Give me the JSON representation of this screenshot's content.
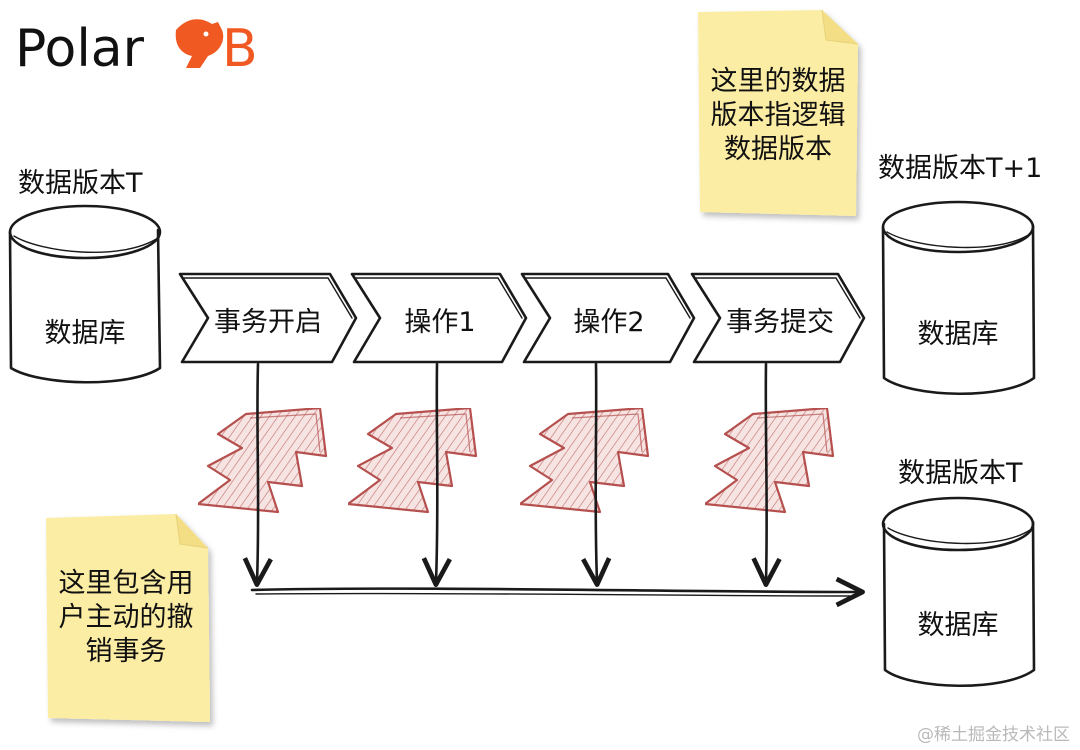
{
  "logo": {
    "text_prefix": "Polar",
    "text_suffix": "B",
    "icon": "polar-bear-icon"
  },
  "left_db": {
    "version_label": "数据版本T",
    "db_label": "数据库"
  },
  "right_top_db": {
    "version_label": "数据版本T+1",
    "db_label": "数据库"
  },
  "right_bottom_db": {
    "version_label": "数据版本T",
    "db_label": "数据库"
  },
  "steps": [
    {
      "label": "事务开启"
    },
    {
      "label": "操作1"
    },
    {
      "label": "操作2"
    },
    {
      "label": "事务提交"
    }
  ],
  "note_top": {
    "lines": [
      "这里的数据",
      "版本指逻辑",
      "数据版本"
    ]
  },
  "note_bottom": {
    "lines": [
      "这里包含用",
      "户主动的撤",
      "销事务"
    ]
  },
  "watermark": {
    "text": "@稀土掘金技术社区"
  },
  "colors": {
    "logo_accent": "#F05A22",
    "note_fill": "#FCEDA4",
    "failure_stroke": "#B5504E",
    "failure_fill": "#F4DEDD"
  }
}
